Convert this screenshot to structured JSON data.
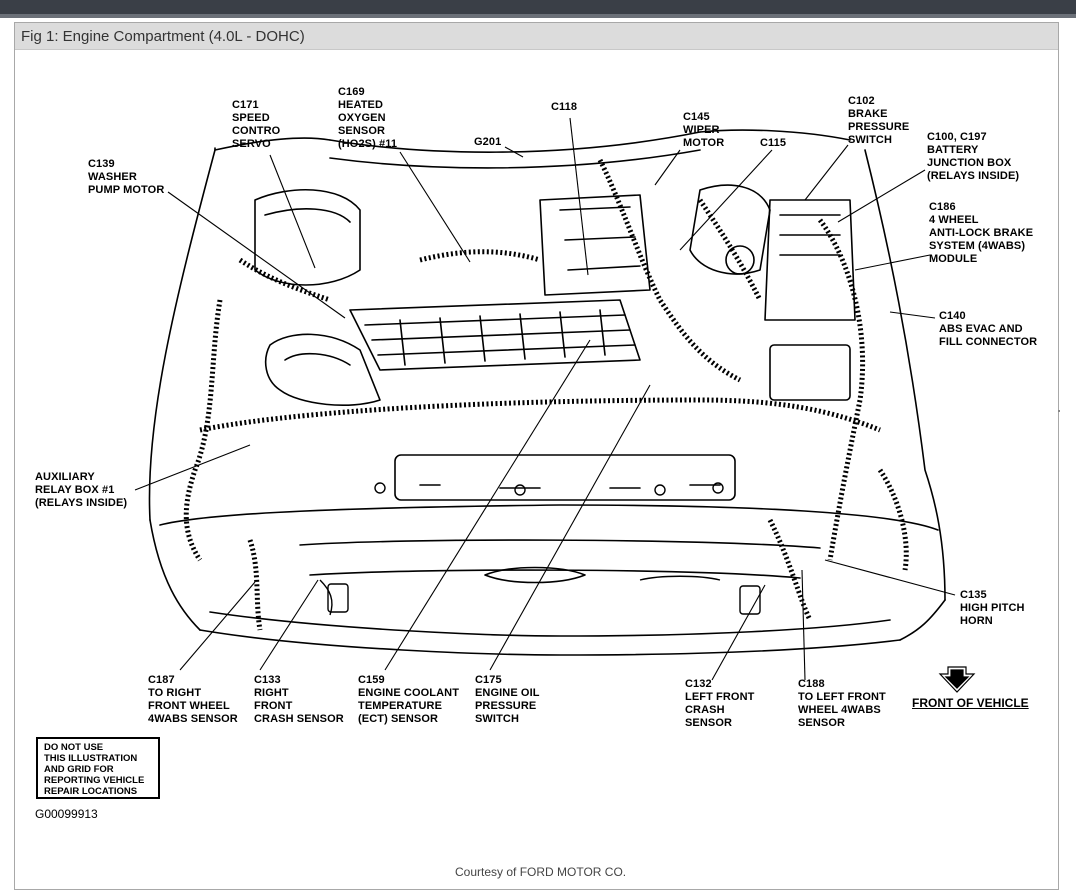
{
  "window": {
    "title": "Fig 1: Engine Compartment (4.0L - DOHC)"
  },
  "callouts": {
    "c171": "C171\nSPEED\nCONTRO\nSERVO",
    "c169": "C169\nHEATED\nOXYGEN\nSENSOR\n(HO2S) #11",
    "c118": "C118",
    "c145": "C145\nWIPER\nMOTOR",
    "c115": "C115",
    "g201": "G201",
    "c102": "C102\nBRAKE\nPRESSURE\nSWITCH",
    "c100": "C100, C197\nBATTERY\nJUNCTION BOX\n(RELAYS INSIDE)",
    "c186": "C186\n4 WHEEL\nANTI-LOCK BRAKE\nSYSTEM (4WABS)\nMODULE",
    "c139": "C139\nWASHER\nPUMP MOTOR",
    "c140": "C140\nABS EVAC AND\nFILL CONNECTOR",
    "aux": "AUXILIARY\nRELAY BOX #1\n(RELAYS INSIDE)",
    "c135": "C135\nHIGH PITCH\nHORN",
    "c187": "C187\nTO RIGHT\nFRONT WHEEL\n4WABS SENSOR",
    "c133": "C133\nRIGHT\nFRONT\nCRASH SENSOR",
    "c159": "C159\nENGINE COOLANT\nTEMPERATURE\n(ECT) SENSOR",
    "c175": "C175\nENGINE OIL\nPRESSURE\nSWITCH",
    "c132": "C132\nLEFT FRONT\nCRASH\nSENSOR",
    "c188": "C188\nTO LEFT FRONT\nWHEEL 4WABS\nSENSOR"
  },
  "front_of_vehicle": "FRONT OF VEHICLE",
  "note": "DO NOT USE\nTHIS ILLUSTRATION\nAND GRID FOR\nREPORTING VEHICLE\nREPAIR LOCATIONS",
  "figure_id": "G00099913",
  "courtesy": "Courtesy of FORD MOTOR CO."
}
